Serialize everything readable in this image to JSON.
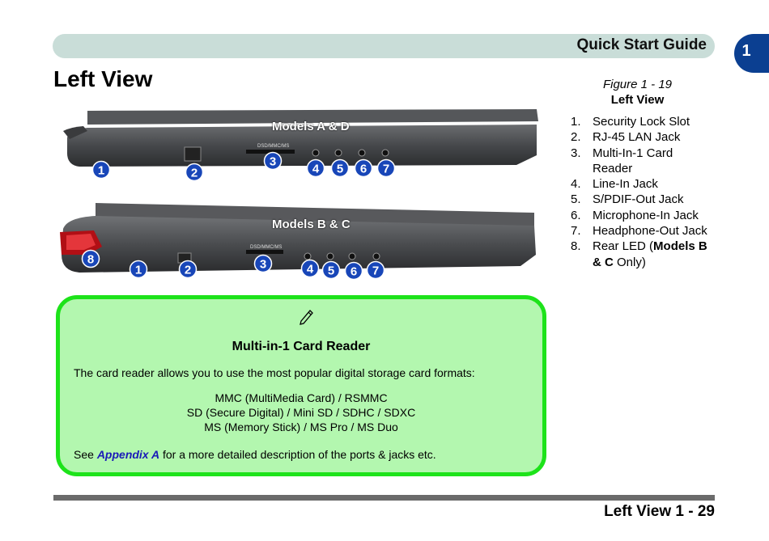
{
  "header": {
    "title": "Quick Start Guide",
    "chapter": "1"
  },
  "page_title": "Left View",
  "figures": {
    "top_label": "Models A & D",
    "bottom_label": "Models B & C",
    "top_port_text": "DSD/MMC/MS",
    "bottom_port_text": "DSD/MMC/MS",
    "top_numbers": [
      "1",
      "2",
      "3",
      "4",
      "5",
      "6",
      "7"
    ],
    "bottom_numbers": [
      "8",
      "1",
      "2",
      "3",
      "4",
      "5",
      "6",
      "7"
    ]
  },
  "caption": {
    "figure": "Figure 1 - 19",
    "title": "Left View"
  },
  "legend": [
    {
      "n": "1.",
      "text": "Security Lock Slot"
    },
    {
      "n": "2.",
      "text": "RJ-45 LAN Jack"
    },
    {
      "n": "3.",
      "text": "Multi-In-1 Card Reader"
    },
    {
      "n": "4.",
      "text": "Line-In Jack"
    },
    {
      "n": "5.",
      "text": "S/PDIF-Out Jack"
    },
    {
      "n": "6.",
      "text": "Microphone-In Jack"
    },
    {
      "n": "7.",
      "text": "Headphone-Out Jack"
    },
    {
      "n": "8.",
      "pre": "Rear LED (",
      "bold": "Models B & C",
      "post": " Only)"
    }
  ],
  "note": {
    "title": "Multi-in-1 Card Reader",
    "intro": "The card reader allows you to use the most popular digital storage card formats:",
    "formats": [
      "MMC (MultiMedia Card) / RSMMC",
      "SD (Secure Digital) / Mini SD / SDHC / SDXC",
      "MS (Memory Stick) / MS Pro / MS Duo"
    ],
    "see_pre": "See ",
    "see_link": "Appendix A",
    "see_post": " for a more detailed description of the ports & jacks etc."
  },
  "footer": {
    "text": "Left View 1 - 29"
  },
  "colors": {
    "header_bar": "#c9ddd8",
    "chapter_tab": "#0b3f91",
    "note_fill": "#b3f7af",
    "note_border": "#1de31a",
    "badge": "#1846b8",
    "link": "#1a1ab8"
  }
}
